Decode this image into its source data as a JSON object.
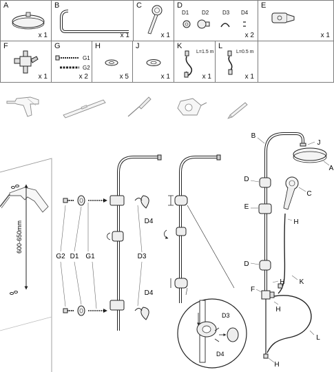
{
  "parts": [
    {
      "id": "A",
      "qty": "x 1",
      "icon": "overhead-shower-head-icon"
    },
    {
      "id": "B",
      "qty": "x 1",
      "icon": "shower-riser-pipe-icon"
    },
    {
      "id": "C",
      "qty": "x 1",
      "icon": "hand-shower-icon"
    },
    {
      "id": "D",
      "qty": "x 2",
      "icon": "wall-bracket-icon",
      "subparts": [
        "D1",
        "D2",
        "D3",
        "D4"
      ]
    },
    {
      "id": "E",
      "qty": "x 1",
      "icon": "sliding-holder-icon"
    },
    {
      "id": "F",
      "qty": "x 1",
      "icon": "diverter-valve-icon"
    },
    {
      "id": "G",
      "qty": "x 2",
      "icon": "screw-and-plug-icon",
      "subparts": [
        "G1",
        "G2"
      ]
    },
    {
      "id": "H",
      "qty": "x 5",
      "icon": "washer-icon"
    },
    {
      "id": "J",
      "qty": "x 1",
      "icon": "flat-washer-icon"
    },
    {
      "id": "K",
      "qty": "x 1",
      "icon": "hose-icon",
      "length": "L=1.5 m"
    },
    {
      "id": "L",
      "qty": "x 1",
      "icon": "hose-icon",
      "length": "L=0.5 m"
    }
  ],
  "tools": [
    "drill-icon",
    "spirit-level-icon",
    "screwdriver-icon",
    "tape-measure-icon",
    "pencil-icon"
  ],
  "install": {
    "height_label": "600-650mm",
    "left_labels": {
      "g2": "G2",
      "d1": "D1",
      "g1": "G1",
      "d3": "D3",
      "d4_top": "D4",
      "d4_bottom": "D4"
    },
    "middle_labels": {
      "d3": "D3",
      "d4": "D4"
    },
    "right_labels": {
      "b": "B",
      "j": "J",
      "a": "A",
      "d_top": "D",
      "c": "C",
      "e": "E",
      "h_top": "H",
      "d_bottom": "D",
      "h_mid": "H",
      "k": "K",
      "f": "F",
      "h_lower": "H",
      "l": "L",
      "h_bottom": "H"
    }
  }
}
